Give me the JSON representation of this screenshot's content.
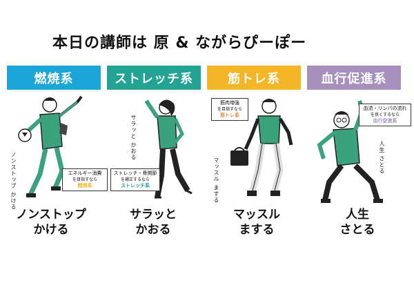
{
  "title": "本日の講師は 原 & ながらぴーぽー",
  "colors": {
    "orange": "#f4b526",
    "teal": "#27a7c8",
    "blue": "#1aa6d9",
    "purple": "#a78fbe",
    "green": "#3aa27c"
  },
  "panels": [
    {
      "category": "燃焼系",
      "color": "#1aa6d9",
      "vertical": "ノンストップ かける",
      "box_line1": "エネルギー消費",
      "box_line2": "を目指すなら",
      "box_cat": "燃焼系",
      "box_cat_color": "#f4b526",
      "caption_line1": "ノンストップ",
      "caption_line2": "かける"
    },
    {
      "category": "ストレッチ系",
      "color": "#23a394",
      "vertical": "サラッと かおる",
      "box_line1": "ストレッチ・骨関節",
      "box_line2": "を補正するなら",
      "box_cat": "ストレッチ系",
      "box_cat_color": "#23a394",
      "caption_line1": "サラッと",
      "caption_line2": "かおる"
    },
    {
      "category": "筋トレ系",
      "color": "#f4b526",
      "vertical": "マッスル まする",
      "box_line1": "筋肉増強",
      "box_line2": "を目指すなら",
      "box_cat": "筋トレ系",
      "box_cat_color": "#f28a3b",
      "caption_line1": "マッスル",
      "caption_line2": "まする"
    },
    {
      "category": "血行促進系",
      "color": "#a78fbe",
      "vertical": "人生 さとる",
      "box_line1": "血流・リンパの流れ",
      "box_line2": "を良くするなら",
      "box_cat": "血行促進系",
      "box_cat_color": "#a78fbe",
      "caption_line1": "人生",
      "caption_line2": "さとる"
    }
  ]
}
